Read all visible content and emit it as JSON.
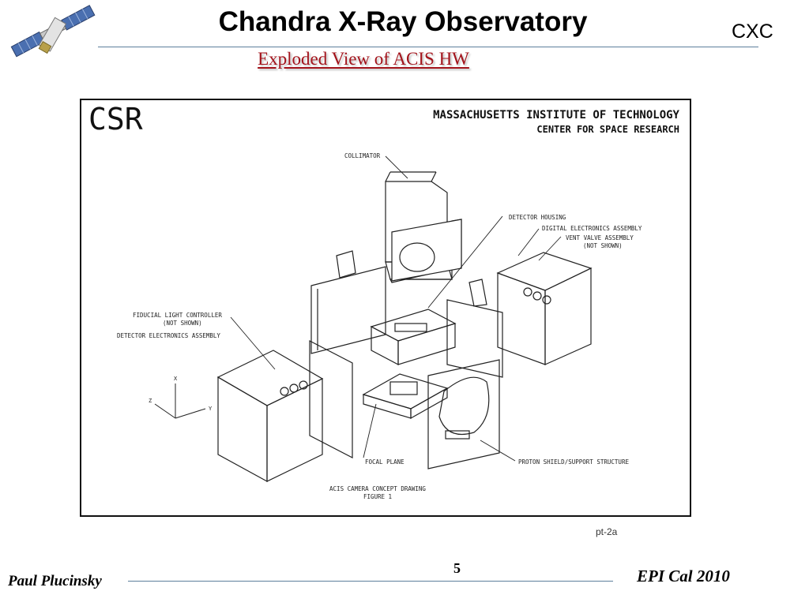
{
  "header": {
    "title": "Chandra X-Ray Observatory",
    "org": "CXC",
    "subtitle": "Exploded View of ACIS HW"
  },
  "figure": {
    "logo": "CSR",
    "institution": "MASSACHUSETTS INSTITUTE OF TECHNOLOGY",
    "center": "CENTER FOR SPACE RESEARCH",
    "labels": {
      "collimator": "COLLIMATOR",
      "detector_housing": "DETECTOR HOUSING",
      "digital_electronics": "DIGITAL ELECTRONICS ASSEMBLY",
      "vent_valve": "VENT VALVE ASSEMBLY",
      "vent_valve_note": "(NOT SHOWN)",
      "fiducial_light": "FIDUCIAL LIGHT CONTROLLER",
      "fiducial_note": "(NOT SHOWN)",
      "detector_electronics": "DETECTOR ELECTRONICS ASSEMBLY",
      "focal_plane": "FOCAL PLANE",
      "proton_shield": "PROTON SHIELD/SUPPORT STRUCTURE"
    },
    "axes": {
      "x": "X",
      "y": "Y",
      "z": "Z"
    },
    "caption_line1": "ACIS CAMERA CONCEPT DRAWING",
    "caption_line2": "FIGURE 1",
    "figure_id": "pt-2a"
  },
  "footer": {
    "page_number": "5",
    "author": "Paul Plucinsky",
    "event": "EPI Cal 2010"
  },
  "icons": {
    "satellite": "chandra-satellite-icon"
  }
}
